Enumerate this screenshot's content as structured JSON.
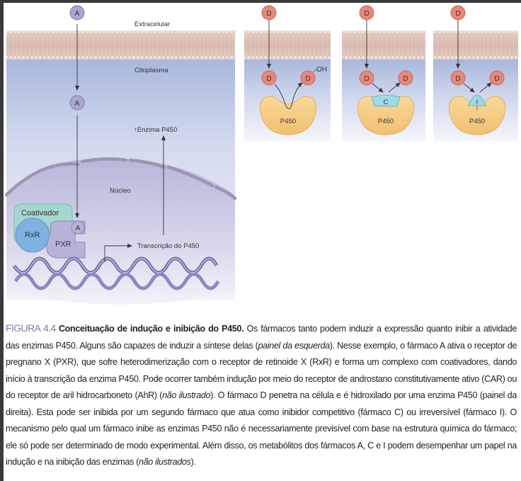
{
  "diagram": {
    "left_panel": {
      "regions": {
        "extracellular": "Extracelular",
        "cytoplasm": "Citoplasma",
        "nucleus": "Núcleo"
      },
      "drug_label": "A",
      "enzyme_increase": "↑Enzima P450",
      "coactivator": "Coativador",
      "rxr": "RxR",
      "pxr": "PXR",
      "transcription": "Transcrição do P450"
    },
    "right_panels": [
      {
        "drug": "D",
        "product": "D",
        "product_group": "OH",
        "enzyme": "P450",
        "inhibitor": ""
      },
      {
        "drug": "D",
        "product": "D",
        "product_group": "",
        "enzyme": "P450",
        "inhibitor": "C"
      },
      {
        "drug": "D",
        "product": "D",
        "product_group": "",
        "enzyme": "P450",
        "inhibitor": "I"
      }
    ],
    "colors": {
      "membrane": "#e2c7bd",
      "cytoplasm": "#b8c4e0",
      "nucleus": "#c9c8e2",
      "drug_a": "#a9a6cf",
      "drug_d": "#e7877c",
      "enzyme": "#f6cc85",
      "inhibitor": "#9fd9e2",
      "coactivator": "#a6d7cf",
      "rxr": "#7fb2e0",
      "pxr": "#b7b2d7",
      "dna": "#6f6aae",
      "figure_number": "#7c7fa8"
    }
  },
  "caption": {
    "figure_number": "FIGURA 4.4",
    "title": "Conceituação de indução e inibição do P450.",
    "segments": [
      " Os fármacos tanto podem induzir a expressão quanto inibir a atividade das enzimas P450. Alguns são capazes de induzir a síntese delas (",
      "painel da esquerda",
      "). Nesse exemplo, o fármaco A ativa o receptor de pregnano X (PXR), que sofre heterodimerização com o receptor de retinoide X (RxR) e forma um complexo com coativadores, dando início à transcrição da enzima P450. Pode ocorrer também indução por meio do receptor de androstano constitutivamente ativo (CAR) ou do receptor de aril hidrocarboneto (AhR) (",
      "não ilustrado",
      "). O fármaco D penetra na célula e é hidroxilado por uma enzima P450 (painel da direita). Esta pode ser inibida por um segundo fármaco que atua como inibidor competitivo (fármaco C) ou irreversível (fármaco I). O mecanismo pelo qual um fármaco inibe as enzimas P450 não é necessariamente previsível com base na estrutura química do fármaco; ele só pode ser determinado de modo experimental. Além disso, os metabólitos dos fármacos A, C e I podem desempenhar um papel na indução e na inibição das enzimas (",
      "não ilustrados",
      ")."
    ]
  }
}
